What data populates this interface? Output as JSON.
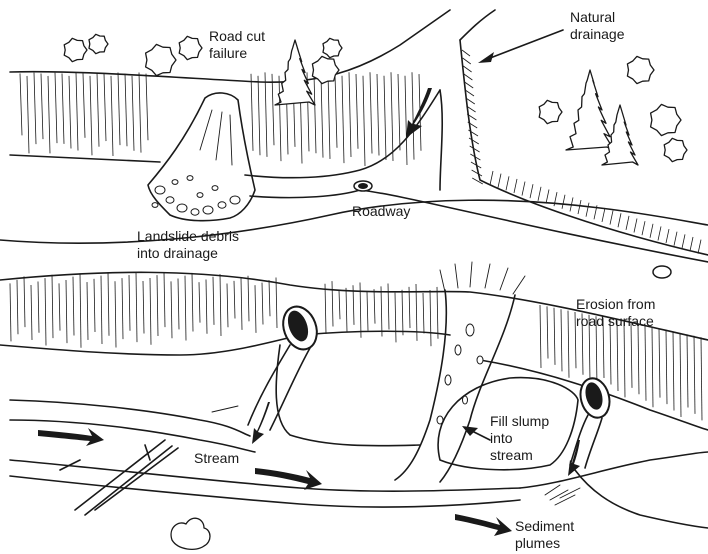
{
  "labels": {
    "road_cut_failure": [
      "Road cut",
      "failure"
    ],
    "natural_drainage": [
      "Natural",
      "drainage"
    ],
    "roadway": "Roadway",
    "landslide_debris": [
      "Landslide debris",
      "into drainage"
    ],
    "erosion": [
      "Erosion from",
      "road surface"
    ],
    "fill_slump": [
      "Fill slump",
      "into",
      "stream"
    ],
    "stream": "Stream",
    "sediment_plumes": [
      "Sediment",
      "plumes"
    ]
  }
}
